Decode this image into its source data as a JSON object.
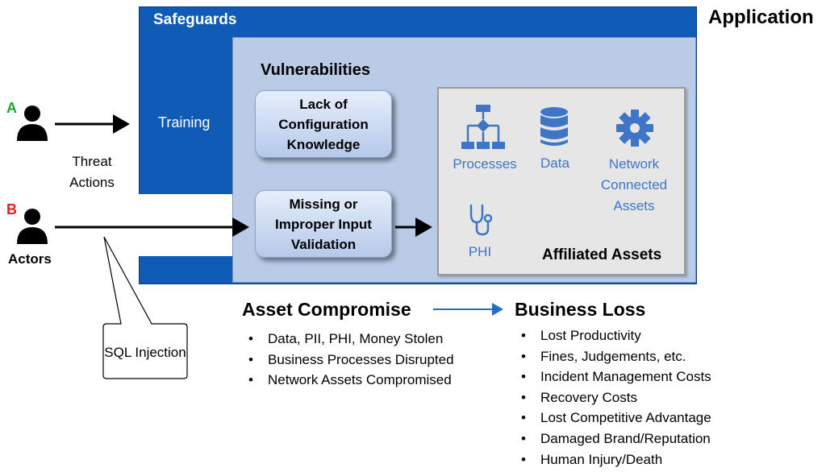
{
  "application": {
    "title": "Application"
  },
  "safeguards": {
    "title": "Safeguards",
    "training_label": "Training"
  },
  "vulnerabilities": {
    "title": "Vulnerabilities",
    "items": [
      "Lack of Configuration Knowledge",
      "Missing or Improper Input Validation"
    ]
  },
  "affiliated_assets": {
    "title": "Affiliated Assets",
    "items": [
      {
        "label": "Processes",
        "icon": "flowchart-icon"
      },
      {
        "label": "Data",
        "icon": "database-icon"
      },
      {
        "label": "Network Connected Assets",
        "icon": "gear-icon"
      },
      {
        "label": "PHI",
        "icon": "stethoscope-icon"
      }
    ]
  },
  "actors": {
    "label": "Actors",
    "threat_actions_label": "Threat Actions",
    "a": {
      "letter": "A",
      "color": "#22a530"
    },
    "b": {
      "letter": "B",
      "color": "#e02020"
    }
  },
  "callout": {
    "text": "SQL Injection"
  },
  "asset_compromise": {
    "title": "Asset Compromise",
    "items": [
      "Data, PII, PHI, Money Stolen",
      "Business Processes Disrupted",
      "Network Assets Compromised"
    ]
  },
  "business_loss": {
    "title": "Business Loss",
    "items": [
      "Lost Productivity",
      "Fines, Judgements, etc.",
      "Incident Management Costs",
      "Recovery Costs",
      "Lost Competitive Advantage",
      "Damaged Brand/Reputation",
      "Human Injury/Death"
    ]
  },
  "colors": {
    "safeguards_blue": "#0f5bb5",
    "vulnerabilities_panel": "#b9cbe6",
    "asset_text_blue": "#3e75c6"
  }
}
